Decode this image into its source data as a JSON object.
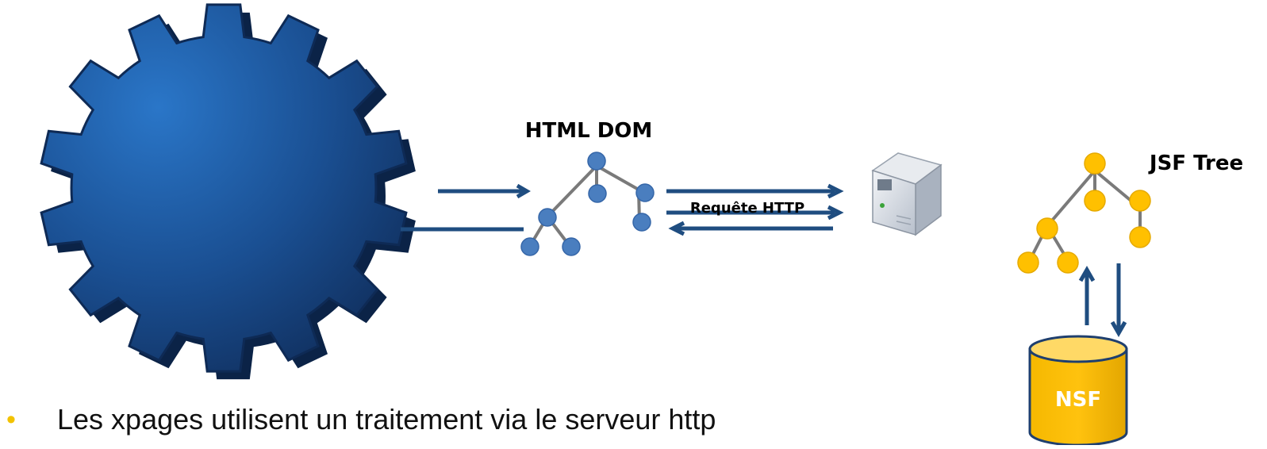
{
  "labels": {
    "html_dom": "HTML DOM",
    "jsf_tree": "JSF Tree",
    "http_request": "Requête HTTP",
    "nsf": "NSF"
  },
  "bullet": {
    "text": "Les xpages utilisent un traitement via le serveur http"
  },
  "colors": {
    "gear": "#1a5598",
    "arrow": "#1f4d80",
    "dom_node": "#4a7ebf",
    "jsf_node": "#ffc000",
    "nsf_fill": "#ffc000",
    "bullet_dot": "#f2c200"
  },
  "icons": [
    "gear-icon",
    "server-icon",
    "database-icon"
  ]
}
